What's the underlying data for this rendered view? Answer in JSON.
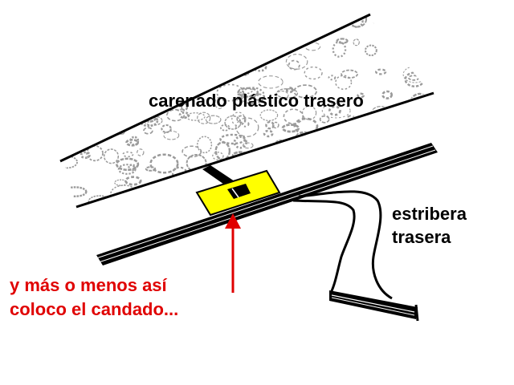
{
  "labels": {
    "fairing": "carenado plástico trasero",
    "footpeg_line1": "estribera",
    "footpeg_line2": "trasera",
    "note_line1": "y más o menos así",
    "note_line2": "coloco el candado..."
  },
  "colors": {
    "ink": "#000000",
    "lock": "#ffff00",
    "note": "#e00000",
    "arrow": "#e00000",
    "texture": "#9a9a9a"
  }
}
